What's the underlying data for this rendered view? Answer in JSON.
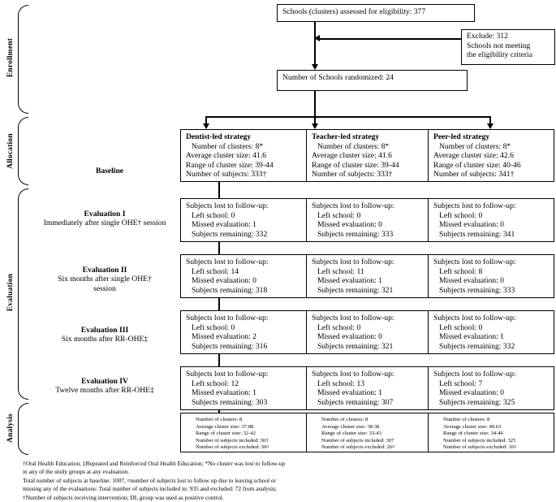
{
  "stages": [
    {
      "label": "Enrollment"
    },
    {
      "label": "Allocation"
    },
    {
      "label": "Evaluation"
    },
    {
      "label": "Analysis"
    }
  ],
  "enrollment": {
    "assessed": "Schools (clusters) assessed for eligibility:  377",
    "exclude_line1": "Exclude: 312",
    "exclude_line2": "Schools not meeting",
    "exclude_line3": "the eligibility criteria",
    "randomized": "Number of Schools randomized:  24"
  },
  "row_labels": {
    "baseline": "Baseline",
    "eval1_title": "Evaluation I",
    "eval1_sub": "Immediately after single OHE† session",
    "eval2_title": "Evaluation II",
    "eval2_sub": "Six months after single OHE†",
    "eval2_sub2": "session",
    "eval3_title": "Evaluation III",
    "eval3_sub": "Six months after RR-OHE‡",
    "eval4_title": "Evaluation IV",
    "eval4_sub": "Twelve months after RR-OHE‡"
  },
  "arms": [
    {
      "name": "Dentist-led strategy",
      "baseline": {
        "clusters": "Number of clusters: 8*",
        "average": "Average cluster size:  41.6",
        "range": "Range of cluster size: 39-44",
        "subjects": "Number of subjects: 333†"
      },
      "eval1": {
        "header": "Subjects lost to follow-up:",
        "left_school": "Left school: 0",
        "missed": "Missed evaluation: 1",
        "remaining": "Subjects remaining: 332"
      },
      "eval2": {
        "header": "Subjects lost to follow-up:",
        "left_school": "Left school: 14",
        "missed": "Missed evaluation: 0",
        "remaining": "Subjects remaining: 318"
      },
      "eval3": {
        "header": "Subjects lost to follow-up:",
        "left_school": "Left school: 0",
        "missed": "Missed evaluation: 2",
        "remaining": "Subjects remaining: 316"
      },
      "eval4": {
        "header": "Subjects lost to follow-up:",
        "left_school": "Left school: 12",
        "missed": "Missed evaluation: 1",
        "remaining": "Subjects remaining: 303"
      },
      "analysis": {
        "clusters": "Number of clusters: 8",
        "average": "Average cluster size:  37.88",
        "range": "Range of cluster size: 32-42",
        "included": "Number of subjects included: 303",
        "excluded": "Number of subjects excluded: 30¤"
      }
    },
    {
      "name": "Teacher-led strategy",
      "baseline": {
        "clusters": "Number of clusters: 8*",
        "average": "Average cluster size:  41.6",
        "range": "Range of cluster size: 39-44",
        "subjects": "Number of subjects: 333†"
      },
      "eval1": {
        "header": "Subjects lost to follow-up:",
        "left_school": "Left school: 0",
        "missed": "Missed evaluation: 0",
        "remaining": "Subjects remaining: 333"
      },
      "eval2": {
        "header": "Subjects lost to follow-up:",
        "left_school": "Left school: 11",
        "missed": "Missed evaluation: 1",
        "remaining": "Subjects remaining: 321"
      },
      "eval3": {
        "header": "Subjects lost to follow-up:",
        "left_school": "Left school: 0",
        "missed": "Missed evaluation: 0",
        "remaining": "Subjects remaining: 321"
      },
      "eval4": {
        "header": "Subjects lost to follow-up:",
        "left_school": "Left school: 13",
        "missed": "Missed evaluation: 1",
        "remaining": "Subjects remaining: 307"
      },
      "analysis": {
        "clusters": "Number of clusters: 8",
        "average": "Average cluster size:  38.38",
        "range": "Range of cluster size: 33-43",
        "included": "Number of subjects included: 307",
        "excluded": "Number of subjects excluded: 26¤"
      }
    },
    {
      "name": "Peer-led strategy",
      "baseline": {
        "clusters": "Number of clusters: 8*",
        "average": "Average cluster size:  42.6",
        "range": "Range of cluster size: 40-46",
        "subjects": "Number of subjects: 341†"
      },
      "eval1": {
        "header": "Subjects lost to follow-up:",
        "left_school": "Left school: 0",
        "missed": "Missed evaluation: 0",
        "remaining": "Subjects remaining: 341"
      },
      "eval2": {
        "header": "Subjects lost to follow-up:",
        "left_school": "Left school: 8",
        "missed": "Missed evaluation: 0",
        "remaining": "Subjects remaining: 333"
      },
      "eval3": {
        "header": "Subjects lost to follow-up:",
        "left_school": "Left school: 0",
        "missed": "Missed evaluation: 1",
        "remaining": "Subjects remaining: 332"
      },
      "eval4": {
        "header": "Subjects lost to follow-up:",
        "left_school": "Left school: 7",
        "missed": "Missed evaluation: 0",
        "remaining": "Subjects remaining: 325"
      },
      "analysis": {
        "clusters": "Number of clusters: 8",
        "average": "Average cluster size:  40.63",
        "range": "Range of cluster size: 34-46",
        "included": "Number of subjects included: 325",
        "excluded": "Number of subjects excluded: 16¤"
      }
    }
  ],
  "footnotes": {
    "line1": "†Oral Health Education, ‡Repeated and Reinforced Oral Health Education; *No cluster was lost to follow-up",
    "line2": "in any of the study groups at any evaluation.",
    "line3": "Total number of subjects at baseline: 1007, ¤number of subjects lost to follow up due to leaving school or",
    "line4": "missing any of the evaluations: Total number of subjects included in: 935 and excluded: 72 from analysis;",
    "line5": "†Number of subjects receiving intervention; DL group was used as positive control."
  }
}
